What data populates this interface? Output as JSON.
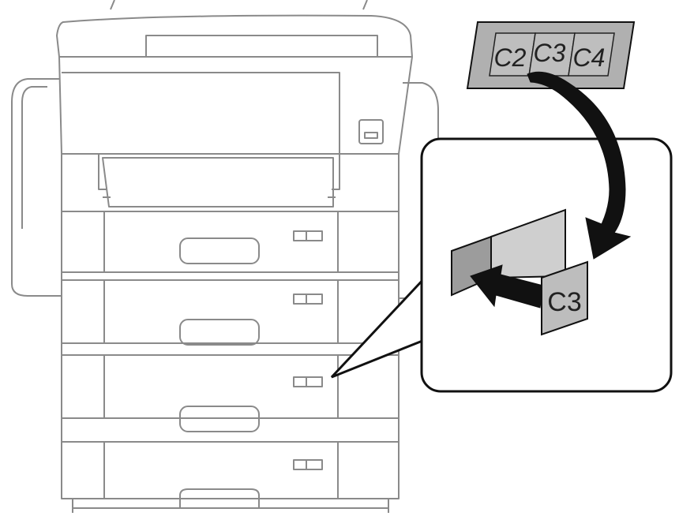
{
  "sheet_labels": [
    "C2",
    "C3",
    "C4"
  ],
  "callout_label": "C3",
  "colors": {
    "outline": "#8a8a8a",
    "dark_outline": "#111111",
    "sheet_fill": "#b0b0b0",
    "tray_fill": "#c9c9c9",
    "arrow": "#111111"
  }
}
